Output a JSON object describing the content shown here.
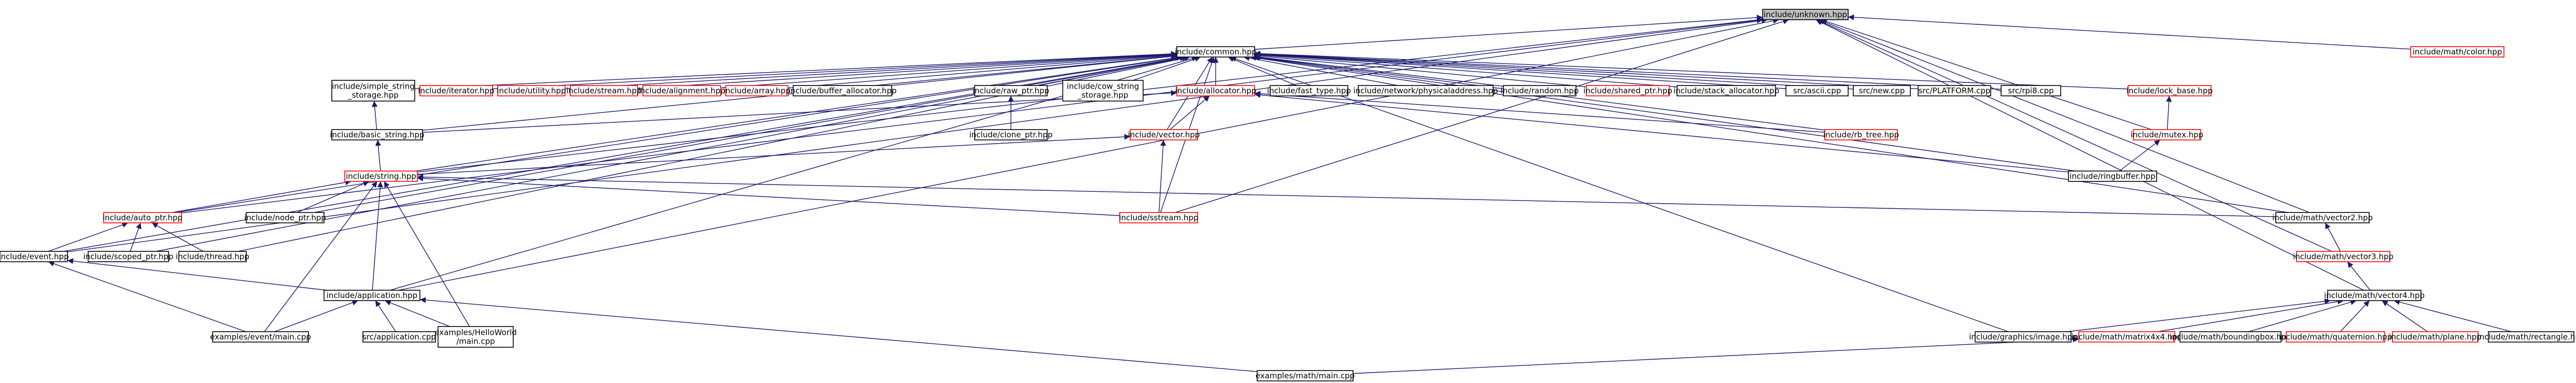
{
  "colors": {
    "edge": "#191970",
    "node_border_black": "#000000",
    "node_border_red": "#ff0000",
    "root_fill": "#bfbfbf",
    "text": "#000000"
  },
  "graph": {
    "nodes": [
      {
        "id": "unknown",
        "label": "include/unknown.hpp",
        "style": "root"
      },
      {
        "id": "common",
        "label": "include/common.hpp",
        "style": "black"
      },
      {
        "id": "color",
        "label": "include/math/color.hpp",
        "style": "red"
      },
      {
        "id": "simple_string",
        "label": "include/simple_string\n_storage.hpp",
        "style": "black"
      },
      {
        "id": "iterator",
        "label": "include/iterator.hpp",
        "style": "red"
      },
      {
        "id": "utility",
        "label": "include/utility.hpp",
        "style": "red"
      },
      {
        "id": "stream",
        "label": "include/stream.hpp",
        "style": "red"
      },
      {
        "id": "alignment",
        "label": "include/alignment.hpp",
        "style": "red"
      },
      {
        "id": "array",
        "label": "include/array.hpp",
        "style": "red"
      },
      {
        "id": "buffer_allocator",
        "label": "include/buffer_allocator.hpp",
        "style": "black"
      },
      {
        "id": "raw_ptr",
        "label": "include/raw_ptr.hpp",
        "style": "black"
      },
      {
        "id": "cow_string",
        "label": "include/cow_string\n_storage.hpp",
        "style": "black"
      },
      {
        "id": "allocator",
        "label": "include/allocator.hpp",
        "style": "red"
      },
      {
        "id": "fast_type",
        "label": "include/fast_type.hpp",
        "style": "black"
      },
      {
        "id": "physicaladdress",
        "label": "include/network/physicaladdress.hpp",
        "style": "black"
      },
      {
        "id": "random",
        "label": "include/random.hpp",
        "style": "black"
      },
      {
        "id": "shared_ptr",
        "label": "include/shared_ptr.hpp",
        "style": "red"
      },
      {
        "id": "stack_allocator",
        "label": "include/stack_allocator.hpp",
        "style": "black"
      },
      {
        "id": "ascii",
        "label": "src/ascii.cpp",
        "style": "black"
      },
      {
        "id": "new",
        "label": "src/new.cpp",
        "style": "black"
      },
      {
        "id": "platform",
        "label": "src/PLATFORM.cpp",
        "style": "black"
      },
      {
        "id": "rpi8",
        "label": "src/rpi8.cpp",
        "style": "black"
      },
      {
        "id": "lock_base",
        "label": "include/lock_base.hpp",
        "style": "red"
      },
      {
        "id": "basic_string",
        "label": "include/basic_string.hpp",
        "style": "black"
      },
      {
        "id": "clone_ptr",
        "label": "include/clone_ptr.hpp",
        "style": "black"
      },
      {
        "id": "vector",
        "label": "include/vector.hpp",
        "style": "red"
      },
      {
        "id": "rb_tree",
        "label": "include/rb_tree.hpp",
        "style": "red"
      },
      {
        "id": "mutex",
        "label": "include/mutex.hpp",
        "style": "red"
      },
      {
        "id": "string",
        "label": "include/string.hpp",
        "style": "red"
      },
      {
        "id": "ringbuffer",
        "label": "include/ringbuffer.hpp",
        "style": "black"
      },
      {
        "id": "auto_ptr",
        "label": "include/auto_ptr.hpp",
        "style": "red"
      },
      {
        "id": "node_ptr",
        "label": "include/node_ptr.hpp",
        "style": "black"
      },
      {
        "id": "sstream",
        "label": "include/sstream.hpp",
        "style": "red"
      },
      {
        "id": "vector2",
        "label": "include/math/vector2.hpp",
        "style": "black"
      },
      {
        "id": "event",
        "label": "include/event.hpp",
        "style": "black"
      },
      {
        "id": "scoped_ptr",
        "label": "include/scoped_ptr.hpp",
        "style": "black"
      },
      {
        "id": "thread",
        "label": "include/thread.hpp",
        "style": "black"
      },
      {
        "id": "vector3",
        "label": "include/math/vector3.hpp",
        "style": "red"
      },
      {
        "id": "application",
        "label": "include/application.hpp",
        "style": "black"
      },
      {
        "id": "vector4",
        "label": "include/math/vector4.hpp",
        "style": "black"
      },
      {
        "id": "image",
        "label": "include/graphics/image.hpp",
        "style": "black"
      },
      {
        "id": "matrix4x4",
        "label": "include/math/matrix4x4.hpp",
        "style": "red"
      },
      {
        "id": "boundingbox",
        "label": "include/math/boundingbox.hpp",
        "style": "black"
      },
      {
        "id": "quaternion",
        "label": "include/math/quaternion.hpp",
        "style": "red"
      },
      {
        "id": "plane",
        "label": "include/math/plane.hpp",
        "style": "red"
      },
      {
        "id": "rectangle",
        "label": "include/math/rectangle.hpp",
        "style": "black"
      },
      {
        "id": "event_main",
        "label": "examples/event/main.cpp",
        "style": "black"
      },
      {
        "id": "src_application",
        "label": "src/application.cpp",
        "style": "black"
      },
      {
        "id": "helloworld",
        "label": "examples/HelloWorld\n/main.cpp",
        "style": "black"
      },
      {
        "id": "math_main",
        "label": "examples/math/main.cpp",
        "style": "black"
      }
    ],
    "edges": [
      [
        "common",
        "unknown"
      ],
      [
        "color",
        "unknown"
      ],
      [
        "vector2",
        "unknown"
      ],
      [
        "vector3",
        "unknown"
      ],
      [
        "vector4",
        "unknown"
      ],
      [
        "event",
        "unknown"
      ],
      [
        "application",
        "unknown"
      ],
      [
        "auto_ptr",
        "unknown"
      ],
      [
        "string",
        "unknown"
      ],
      [
        "sstream",
        "unknown"
      ],
      [
        "mutex",
        "unknown"
      ],
      [
        "simple_string",
        "common"
      ],
      [
        "iterator",
        "common"
      ],
      [
        "utility",
        "common"
      ],
      [
        "stream",
        "common"
      ],
      [
        "alignment",
        "common"
      ],
      [
        "array",
        "common"
      ],
      [
        "buffer_allocator",
        "common"
      ],
      [
        "raw_ptr",
        "common"
      ],
      [
        "cow_string",
        "common"
      ],
      [
        "allocator",
        "common"
      ],
      [
        "fast_type",
        "common"
      ],
      [
        "physicaladdress",
        "common"
      ],
      [
        "random",
        "common"
      ],
      [
        "shared_ptr",
        "common"
      ],
      [
        "stack_allocator",
        "common"
      ],
      [
        "ascii",
        "common"
      ],
      [
        "new",
        "common"
      ],
      [
        "platform",
        "common"
      ],
      [
        "rpi8",
        "common"
      ],
      [
        "lock_base",
        "common"
      ],
      [
        "basic_string",
        "common"
      ],
      [
        "vector",
        "common"
      ],
      [
        "rb_tree",
        "common"
      ],
      [
        "string",
        "common"
      ],
      [
        "ringbuffer",
        "common"
      ],
      [
        "auto_ptr",
        "common"
      ],
      [
        "node_ptr",
        "common"
      ],
      [
        "sstream",
        "common"
      ],
      [
        "vector2",
        "common"
      ],
      [
        "event",
        "common"
      ],
      [
        "scoped_ptr",
        "common"
      ],
      [
        "thread",
        "common"
      ],
      [
        "application",
        "common"
      ],
      [
        "image",
        "common"
      ],
      [
        "basic_string",
        "simple_string"
      ],
      [
        "clone_ptr",
        "raw_ptr"
      ],
      [
        "basic_string",
        "allocator"
      ],
      [
        "vector",
        "allocator"
      ],
      [
        "rb_tree",
        "allocator"
      ],
      [
        "ringbuffer",
        "allocator"
      ],
      [
        "mutex",
        "lock_base"
      ],
      [
        "ringbuffer",
        "mutex"
      ],
      [
        "string",
        "basic_string"
      ],
      [
        "string",
        "vector"
      ],
      [
        "sstream",
        "vector"
      ],
      [
        "auto_ptr",
        "string"
      ],
      [
        "node_ptr",
        "string"
      ],
      [
        "sstream",
        "string"
      ],
      [
        "vector2",
        "string"
      ],
      [
        "application",
        "string"
      ],
      [
        "event_main",
        "string"
      ],
      [
        "helloworld",
        "string"
      ],
      [
        "event",
        "auto_ptr"
      ],
      [
        "scoped_ptr",
        "auto_ptr"
      ],
      [
        "thread",
        "auto_ptr"
      ],
      [
        "application",
        "event"
      ],
      [
        "event_main",
        "event"
      ],
      [
        "event_main",
        "application"
      ],
      [
        "src_application",
        "application"
      ],
      [
        "helloworld",
        "application"
      ],
      [
        "math_main",
        "application"
      ],
      [
        "vector3",
        "vector2"
      ],
      [
        "vector4",
        "vector3"
      ],
      [
        "image",
        "vector4"
      ],
      [
        "matrix4x4",
        "vector4"
      ],
      [
        "boundingbox",
        "vector4"
      ],
      [
        "quaternion",
        "vector4"
      ],
      [
        "plane",
        "vector4"
      ],
      [
        "rectangle",
        "vector4"
      ],
      [
        "math_main",
        "matrix4x4"
      ]
    ]
  }
}
